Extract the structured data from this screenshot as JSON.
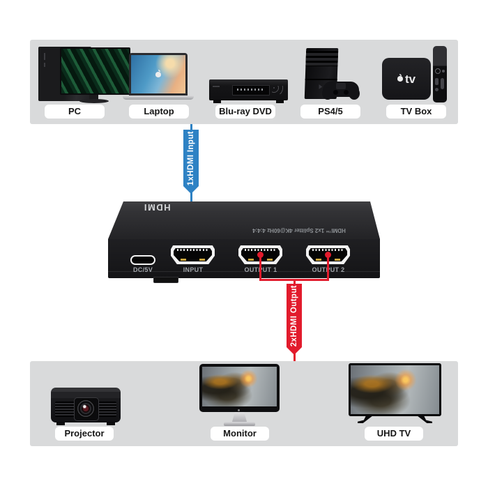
{
  "colors": {
    "input_accent": "#2e82c4",
    "output_accent": "#e21b2c",
    "band_background": "#d9dadb",
    "pill_background": "#ffffff",
    "device_black": "#1a1a1c"
  },
  "connections": {
    "input_label": "1xHDMI Input",
    "output_label": "2xHDMI Output"
  },
  "sources": [
    {
      "label": "PC"
    },
    {
      "label": "Laptop"
    },
    {
      "label": "Blu-ray DVD"
    },
    {
      "label": "PS4/5"
    },
    {
      "label": "TV Box",
      "device_text": "tv"
    }
  ],
  "sinks": [
    {
      "label": "Projector"
    },
    {
      "label": "Monitor"
    },
    {
      "label": "UHD TV"
    }
  ],
  "splitter": {
    "brand": "HDMI",
    "model": "HDMI™ 1x2 Splitter 4K@60Hz 4:4:4",
    "ports": [
      {
        "label": "DC/5V"
      },
      {
        "label": "INPUT"
      },
      {
        "label": "OUTPUT 1"
      },
      {
        "label": "OUTPUT 2"
      }
    ]
  }
}
